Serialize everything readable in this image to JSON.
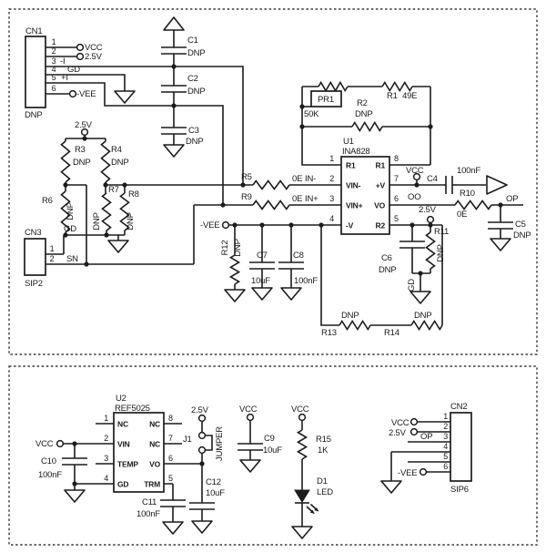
{
  "colors": {
    "ink": "#1c1c1c",
    "bg": "#ffffff"
  },
  "top": {
    "cn1": {
      "ref": "CN1",
      "dnp": "DNP",
      "nums": [
        "1",
        "2",
        "3",
        "4",
        "5",
        "6"
      ],
      "labels": [
        "VCC",
        "2.5V",
        "-I",
        "GD",
        "+I",
        "-VEE"
      ]
    },
    "cstack": {
      "c1": "C1",
      "c1v": "DNP",
      "c2": "C2",
      "c2v": "DNP",
      "c3": "C3",
      "c3v": "DNP"
    },
    "bias": {
      "rail": "2.5V",
      "r3": "R3",
      "r3v": "DNP",
      "r4": "R4",
      "r4v": "DNP",
      "r6": "R6",
      "r6v": "DNP",
      "r7": "R7",
      "r7v": "DNP",
      "r8": "R8",
      "r8v": "DNP",
      "gd": "GD"
    },
    "cn3": {
      "ref": "CN3",
      "pkg": "SIP2",
      "n1": "1",
      "n2": "2",
      "sn": "SN"
    },
    "inputs": {
      "r5": "R5",
      "r5v": "0E",
      "r9": "R9",
      "r9v": "0E",
      "inm": "IN-",
      "inm_n": "2",
      "inp": "IN+",
      "inp_n": "3"
    },
    "vee": {
      "label": "-VEE",
      "r12": "R12",
      "r12v": "DNP",
      "c7": "C7",
      "c7v": "10uF",
      "c8": "C8",
      "c8v": "100nF"
    },
    "u1": {
      "ref": "U1",
      "part": "INA828",
      "l": [
        "R1",
        "VIN-",
        "VIN+",
        "-V"
      ],
      "r": [
        "R1",
        "+V",
        "VO",
        "R2"
      ],
      "n1": "1",
      "n4": "4",
      "rn": [
        "8",
        "7",
        "6",
        "5"
      ]
    },
    "gain": {
      "pr1": "PR1",
      "pr1v": "50K",
      "r1": "R1",
      "r1v": "49E",
      "r2": "R2",
      "r2v": "DNP"
    },
    "out": {
      "vcc": "VCC",
      "c4": "C4",
      "c4v": "100nF",
      "oo": "OO",
      "rail": "2.5V",
      "r11": "R11",
      "r11v": "DNP",
      "c6": "C6",
      "c6v": "DNP",
      "gd": "GD",
      "r10": "R10",
      "r10v": "0E",
      "op": "OP",
      "c5": "C5",
      "c5v": "DNP"
    },
    "fb": {
      "r13": "R13",
      "r13v": "DNP",
      "r14": "R14",
      "r14v": "DNP"
    }
  },
  "bottom": {
    "u2": {
      "ref": "U2",
      "part": "REF5025",
      "l": [
        "NC",
        "VIN",
        "TEMP",
        "GD"
      ],
      "r": [
        "NC",
        "NC",
        "VO",
        "TRM"
      ],
      "ln": [
        "1",
        "2",
        "3",
        "4"
      ],
      "rn": [
        "8",
        "7",
        "6",
        "5"
      ]
    },
    "vin": {
      "vcc": "VCC",
      "c10": "C10",
      "c10v": "100nF"
    },
    "trim": {
      "c11": "C11",
      "c11v": "100nF"
    },
    "j1": {
      "ref": "J1",
      "name": "JUMPER",
      "rail": "2.5V",
      "c12": "C12",
      "c12v": "10uF"
    },
    "c9": {
      "ref": "C9",
      "v": "10uF",
      "rail": "VCC"
    },
    "led": {
      "rail": "VCC",
      "r15": "R15",
      "r15v": "1K",
      "d1": "D1",
      "d1v": "LED"
    },
    "cn2": {
      "ref": "CN2",
      "pkg": "SIP6",
      "nums": [
        "1",
        "2",
        "3",
        "4",
        "5",
        "6"
      ],
      "vcc": "VCC",
      "v25": "2.5V",
      "op": "OP",
      "vee": "-VEE"
    }
  }
}
